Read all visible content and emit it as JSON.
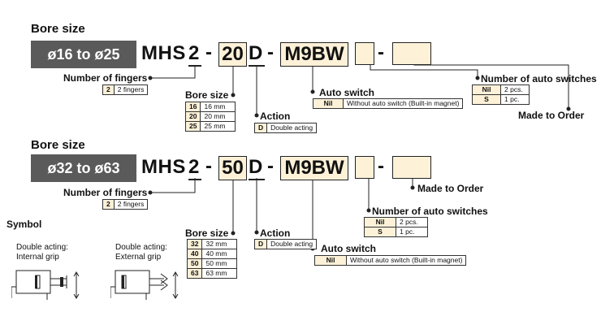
{
  "section1": {
    "heading": "Bore size",
    "range": "ø16 to ø25",
    "series": "MHS",
    "fingers_code": "2",
    "dash": "-",
    "bore_code": "20",
    "action_code": "D",
    "switch_code": "M9BW",
    "fingers": {
      "label": "Number of fingers",
      "rows": [
        {
          "k": "2",
          "v": "2 fingers"
        }
      ]
    },
    "bore": {
      "label": "Bore size",
      "rows": [
        {
          "k": "16",
          "v": "16 mm"
        },
        {
          "k": "20",
          "v": "20 mm"
        },
        {
          "k": "25",
          "v": "25 mm"
        }
      ]
    },
    "action": {
      "label": "Action",
      "rows": [
        {
          "k": "D",
          "v": "Double acting"
        }
      ]
    },
    "auto_switch": {
      "label": "Auto switch",
      "rows": [
        {
          "k": "Nil",
          "v": "Without auto switch (Built-in magnet)"
        }
      ]
    },
    "num_switches": {
      "label": "Number of auto switches",
      "rows": [
        {
          "k": "Nil",
          "v": "2 pcs."
        },
        {
          "k": "S",
          "v": "1 pc."
        }
      ]
    },
    "made_to_order": "Made to Order"
  },
  "section2": {
    "heading": "Bore size",
    "range": "ø32 to ø63",
    "series": "MHS",
    "fingers_code": "2",
    "dash": "-",
    "bore_code": "50",
    "action_code": "D",
    "switch_code": "M9BW",
    "fingers": {
      "label": "Number of fingers",
      "rows": [
        {
          "k": "2",
          "v": "2 fingers"
        }
      ]
    },
    "bore": {
      "label": "Bore size",
      "rows": [
        {
          "k": "32",
          "v": "32 mm"
        },
        {
          "k": "40",
          "v": "40 mm"
        },
        {
          "k": "50",
          "v": "50 mm"
        },
        {
          "k": "63",
          "v": "63 mm"
        }
      ]
    },
    "action": {
      "label": "Action",
      "rows": [
        {
          "k": "D",
          "v": "Double acting"
        }
      ]
    },
    "auto_switch": {
      "label": "Auto switch",
      "rows": [
        {
          "k": "Nil",
          "v": "Without auto switch (Built-in magnet)"
        }
      ]
    },
    "num_switches": {
      "label": "Number of auto switches",
      "rows": [
        {
          "k": "Nil",
          "v": "2 pcs."
        },
        {
          "k": "S",
          "v": "1 pc."
        }
      ]
    },
    "made_to_order": "Made to Order"
  },
  "symbol": {
    "heading": "Symbol",
    "internal_line1": "Double acting:",
    "internal_line2": "Internal grip",
    "external_line1": "Double acting:",
    "external_line2": "External grip"
  }
}
